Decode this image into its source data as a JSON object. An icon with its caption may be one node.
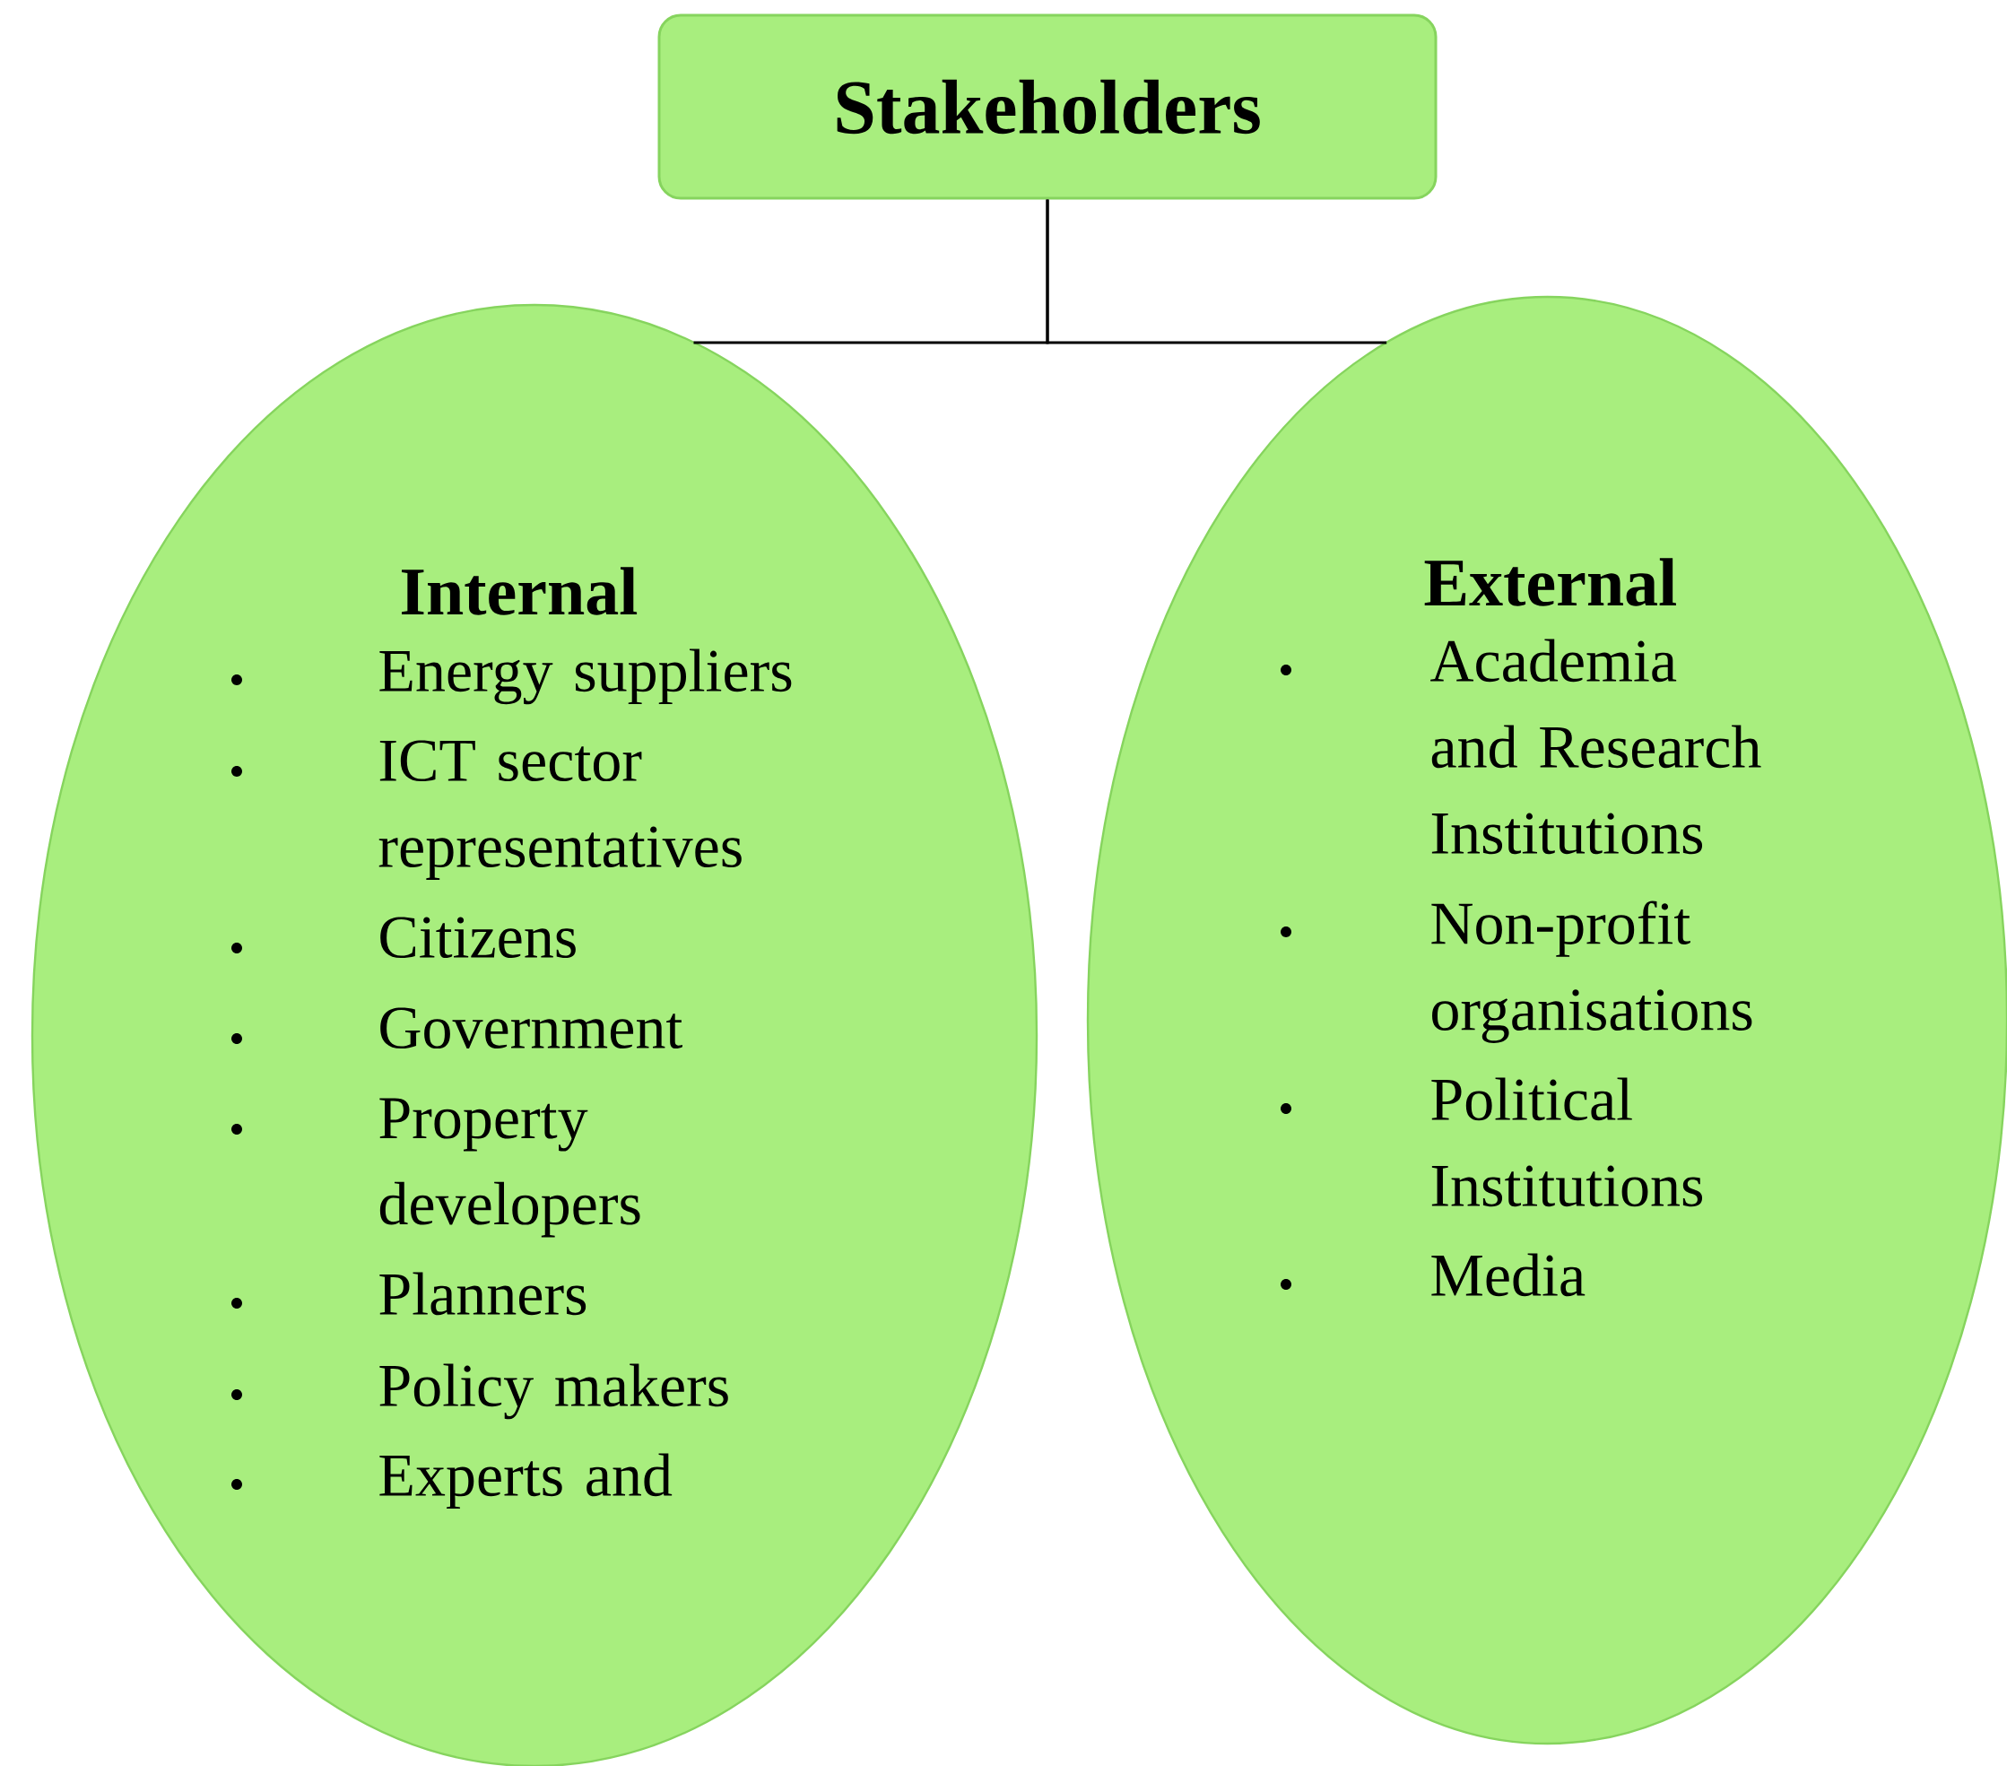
{
  "diagram": {
    "nodes": [
      {
        "text": [
          "Stakeholders"
        ]
      },
      {
        "text": [
          "Internal",
          "Energy suppliers",
          "ICT sector representatives",
          "Citizens",
          "Government",
          "Property developers",
          "Planners",
          "Policy makers",
          "Experts and"
        ]
      },
      {
        "text": [
          "External",
          "Academia and Research Institutions",
          "Non-profit organisations",
          "Political Institutions",
          "Media"
        ]
      }
    ],
    "edges": [
      {
        "from": 0,
        "to": 1,
        "arrow": "none"
      },
      {
        "from": 0,
        "to": 2,
        "arrow": "none"
      }
    ]
  }
}
